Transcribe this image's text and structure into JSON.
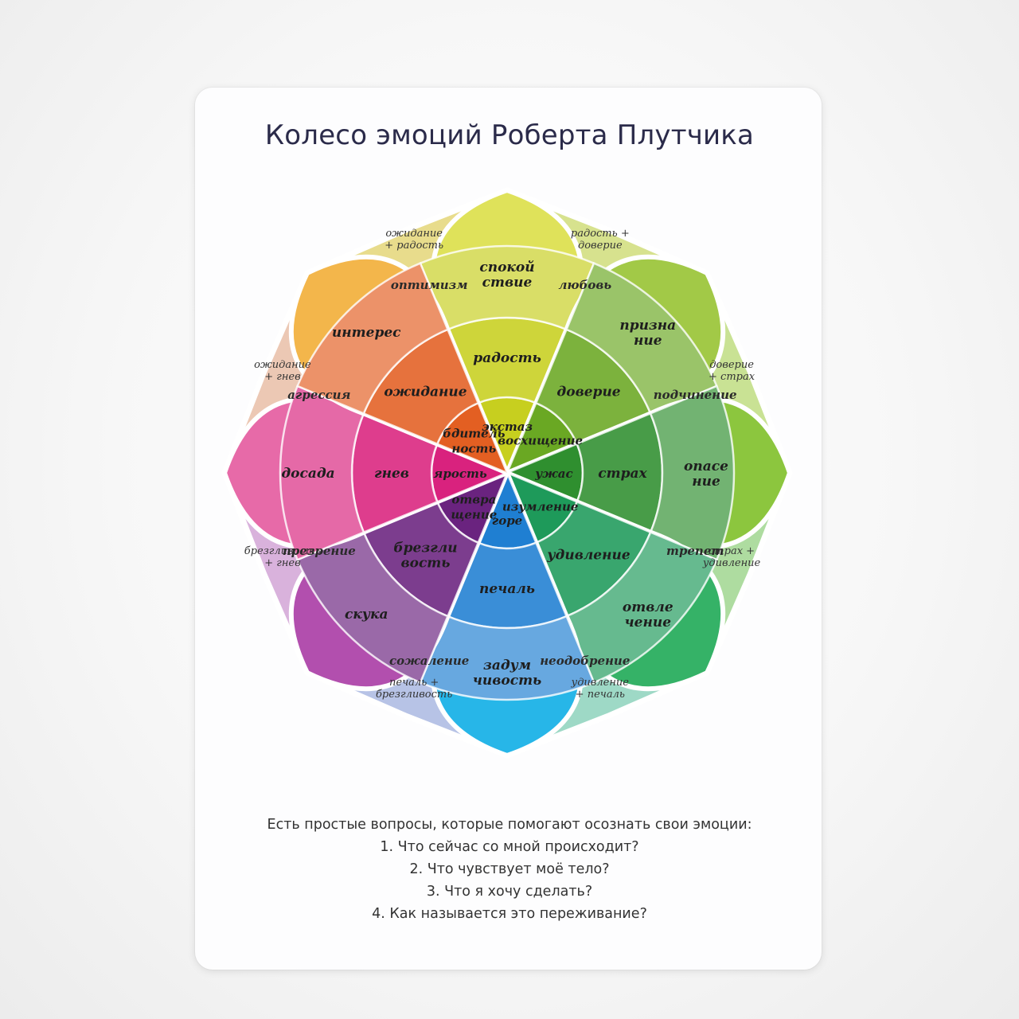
{
  "title": "Колесо эмоций Роберта Плутчика",
  "petals": [
    {
      "angle": 0,
      "color": "#c7cf1f",
      "tip": "#dfe25a",
      "labels": [
        "экстаз",
        "радость",
        "спокой\nствие"
      ]
    },
    {
      "angle": 45,
      "color": "#6aa823",
      "tip": "#a2c947",
      "labels": [
        "восхищение",
        "доверие",
        "призна\nние"
      ]
    },
    {
      "angle": 90,
      "color": "#2f8f2f",
      "tip": "#8cc63e",
      "labels": [
        "ужас",
        "страх",
        "опасе\nние"
      ]
    },
    {
      "angle": 135,
      "color": "#1e9a5a",
      "tip": "#35b267",
      "labels": [
        "изумление",
        "удивление",
        "отвле\nчение"
      ]
    },
    {
      "angle": 180,
      "color": "#1f7fd2",
      "tip": "#27b6e8",
      "labels": [
        "горе",
        "печаль",
        "задум\nчивость"
      ]
    },
    {
      "angle": 225,
      "color": "#6a237f",
      "tip": "#b24fae",
      "labels": [
        "отвра\nщение",
        "брезгли\nвость",
        "скука"
      ]
    },
    {
      "angle": 270,
      "color": "#d9227e",
      "tip": "#e76aa8",
      "labels": [
        "ярость",
        "гнев",
        "досада"
      ]
    },
    {
      "angle": 315,
      "color": "#e35f22",
      "tip": "#f3b64b",
      "labels": [
        "бдитель\nность",
        "ожидание",
        "интерес"
      ]
    }
  ],
  "dyads": [
    {
      "angle": 22.5,
      "color": "#d7e28e",
      "pair": "радость +\nдоверие",
      "result": "любовь"
    },
    {
      "angle": 67.5,
      "color": "#c9e294",
      "pair": "доверие\n+ страх",
      "result": "подчинение"
    },
    {
      "angle": 112.5,
      "color": "#aedca0",
      "pair": "страх +\nудивление",
      "result": "трепет"
    },
    {
      "angle": 157.5,
      "color": "#9ed9c6",
      "pair": "удивление\n+ печаль",
      "result": "неодобрение"
    },
    {
      "angle": 202.5,
      "color": "#b7c3e6",
      "pair": "печаль +\nбрезгливость",
      "result": "сожаление"
    },
    {
      "angle": 247.5,
      "color": "#d9b2dc",
      "pair": "брезгливость\n+ гнев",
      "result": "презрение"
    },
    {
      "angle": 292.5,
      "color": "#ecc8b4",
      "pair": "ожидание\n+ гнев",
      "result": "агрессия"
    },
    {
      "angle": 337.5,
      "color": "#e8dc8c",
      "pair": "ожидание\n+ радость",
      "result": "оптимизм"
    }
  ],
  "questions": {
    "intro": "Есть простые вопросы, которые помогают осознать свои эмоции:",
    "q1": "1.   Что сейчас со мной происходит?",
    "q2": "2.   Что чувствует моё тело?",
    "q3": "3.   Что я хочу сделать?",
    "q4": "4.   Как называется это переживание?"
  }
}
